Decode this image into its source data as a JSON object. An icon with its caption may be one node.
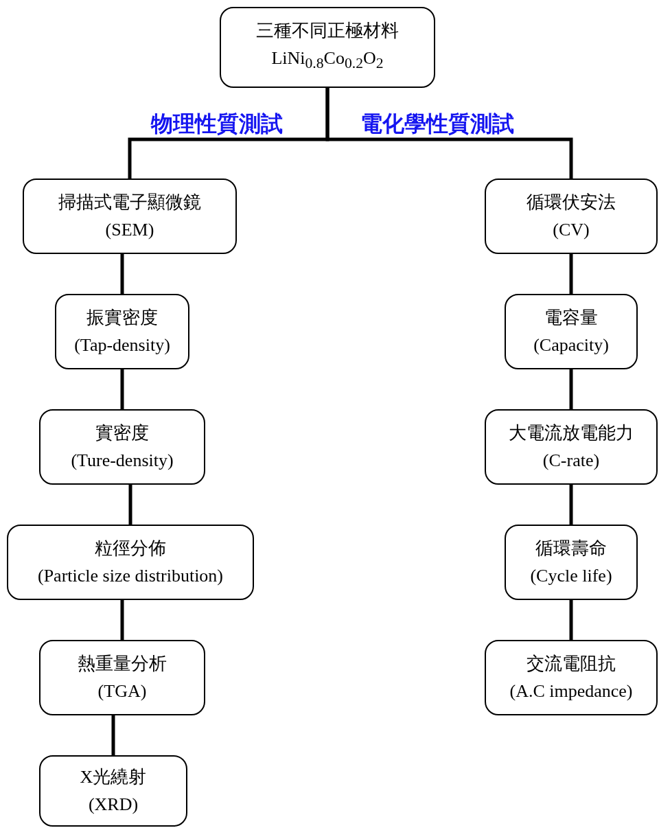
{
  "diagram": {
    "nodes": [
      {
        "text": [
          "三種不同正極材料",
          "LiNi$_{0.8}$Co$_{0.2}$O$_{2}$"
        ]
      },
      {
        "text": [
          "掃描式電子顯微鏡",
          "(SEM)"
        ]
      },
      {
        "text": [
          "振實密度",
          "(Tap-density)"
        ]
      },
      {
        "text": [
          "實密度",
          "(Ture-density)"
        ]
      },
      {
        "text": [
          "粒徑分佈",
          "(Particle size distribution)"
        ]
      },
      {
        "text": [
          "熱重量分析",
          "(TGA)"
        ]
      },
      {
        "text": [
          "X光繞射",
          "(XRD)"
        ]
      },
      {
        "text": [
          "循環伏安法",
          "(CV)"
        ]
      },
      {
        "text": [
          "電容量",
          "(Capacity)"
        ]
      },
      {
        "text": [
          "大電流放電能力",
          "(C-rate)"
        ]
      },
      {
        "text": [
          "循環壽命",
          "(Cycle life)"
        ]
      },
      {
        "text": [
          "交流電阻抗",
          "(A.C impedance)"
        ]
      }
    ],
    "edges": [
      {
        "from": 0,
        "to": 1,
        "arrow": "none"
      },
      {
        "from": 0,
        "to": 7,
        "arrow": "none"
      },
      {
        "from": 1,
        "to": 2,
        "arrow": "none"
      },
      {
        "from": 2,
        "to": 3,
        "arrow": "none"
      },
      {
        "from": 3,
        "to": 4,
        "arrow": "none"
      },
      {
        "from": 4,
        "to": 5,
        "arrow": "none"
      },
      {
        "from": 5,
        "to": 6,
        "arrow": "none"
      },
      {
        "from": 7,
        "to": 8,
        "arrow": "none"
      },
      {
        "from": 8,
        "to": 9,
        "arrow": "none"
      },
      {
        "from": 9,
        "to": 10,
        "arrow": "none"
      },
      {
        "from": 10,
        "to": 11,
        "arrow": "none"
      }
    ],
    "labels": [
      "物理性質測試",
      "電化學性質測試"
    ]
  }
}
